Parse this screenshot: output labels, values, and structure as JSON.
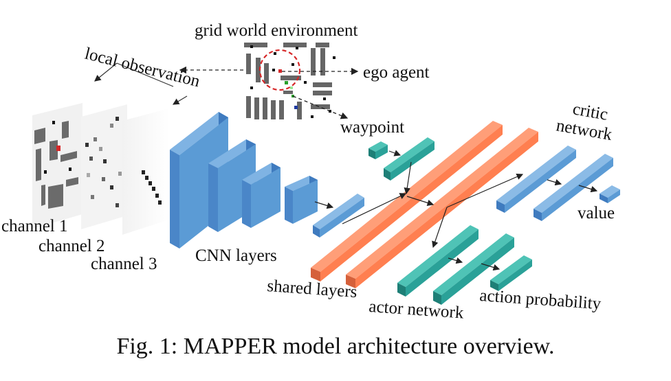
{
  "labels": {
    "grid_world": "grid world environment",
    "local_observation": "local observation",
    "ego_agent": "ego agent",
    "waypoint": "waypoint",
    "critic": "critic",
    "network": "network",
    "value": "value",
    "channel1": "channel 1",
    "channel2": "channel 2",
    "channel3": "channel 3",
    "cnn_layers": "CNN layers",
    "shared_layers": "shared layers",
    "actor_network": "actor network",
    "action_probability": "action probability"
  },
  "caption": "Fig. 1: MAPPER model architecture overview.",
  "colors": {
    "cnn_blue": "#5b9bd5",
    "shared_orange": "#ff7f50",
    "teal": "#2aa198",
    "agent_circle": "#d62728"
  }
}
